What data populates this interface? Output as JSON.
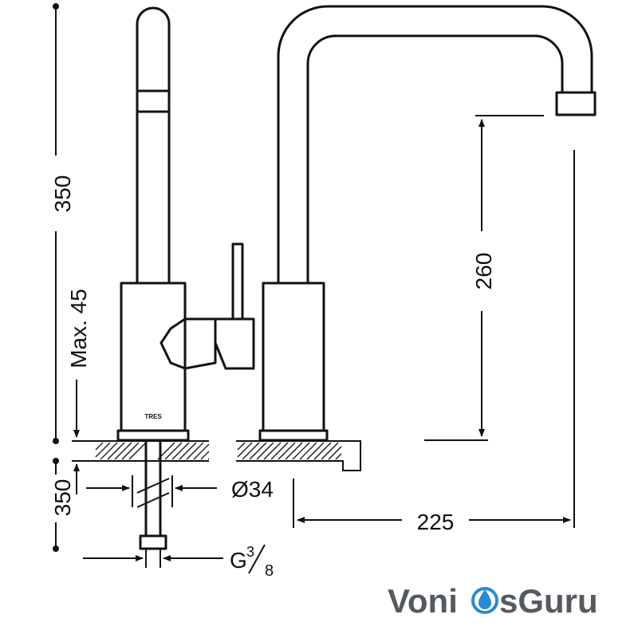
{
  "diagram": {
    "dimensions": {
      "total_height": "350",
      "max_deck": "Max. 45",
      "under_length": "350",
      "pipe_diameter": "Ø34",
      "thread_base": "G",
      "thread_num": "3",
      "thread_den": "8",
      "spout_height": "260",
      "spout_reach": "225"
    },
    "body_marking": "TRES"
  },
  "watermark": {
    "part1": "Voni",
    "part2": "sGuru",
    "colors": {
      "dark": "#555a60",
      "drop": "#2a8ad4"
    }
  }
}
